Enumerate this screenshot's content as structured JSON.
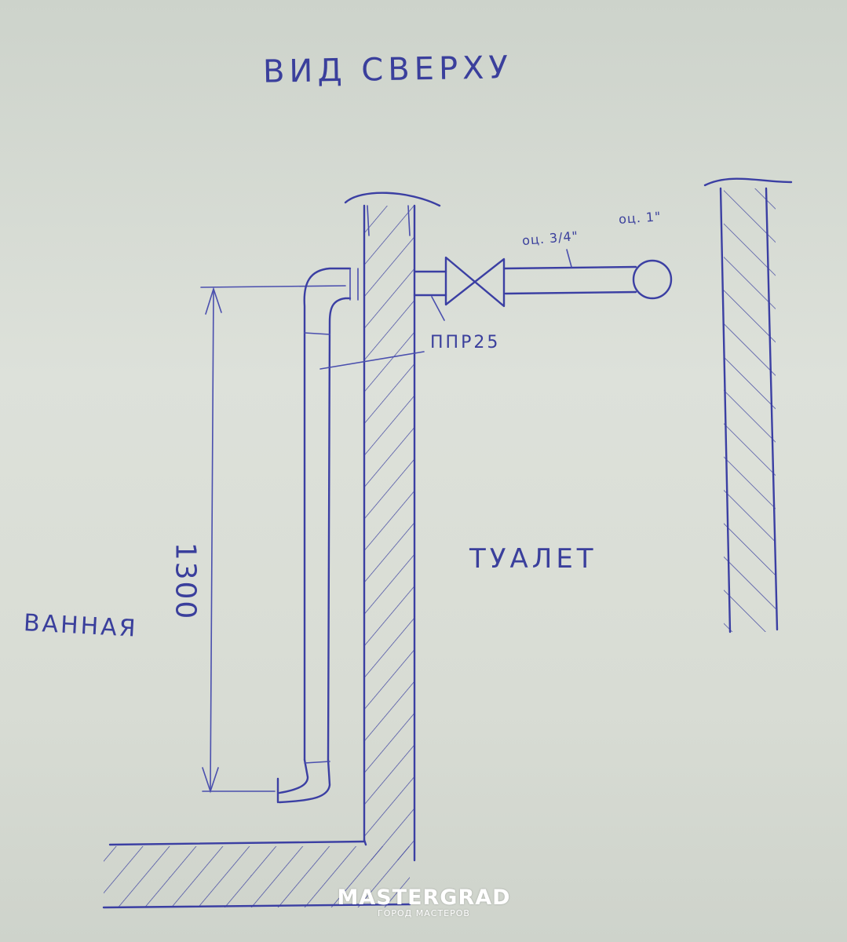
{
  "title": "ВИД СВЕРХУ",
  "rooms": {
    "left": "ВАННАЯ",
    "right": "ТУАЛЕТ"
  },
  "dimension": "1300",
  "pipe_note": "ППР25",
  "valve_note": "оц. 3/4\"",
  "riser_note": "оц. 1\"",
  "watermark": {
    "main": "MASTERGRAD",
    "sub": "ГОРОД МАСТЕРОВ"
  },
  "colors": {
    "ink": "#3b3fa3",
    "paper": "#d6dbd3"
  }
}
